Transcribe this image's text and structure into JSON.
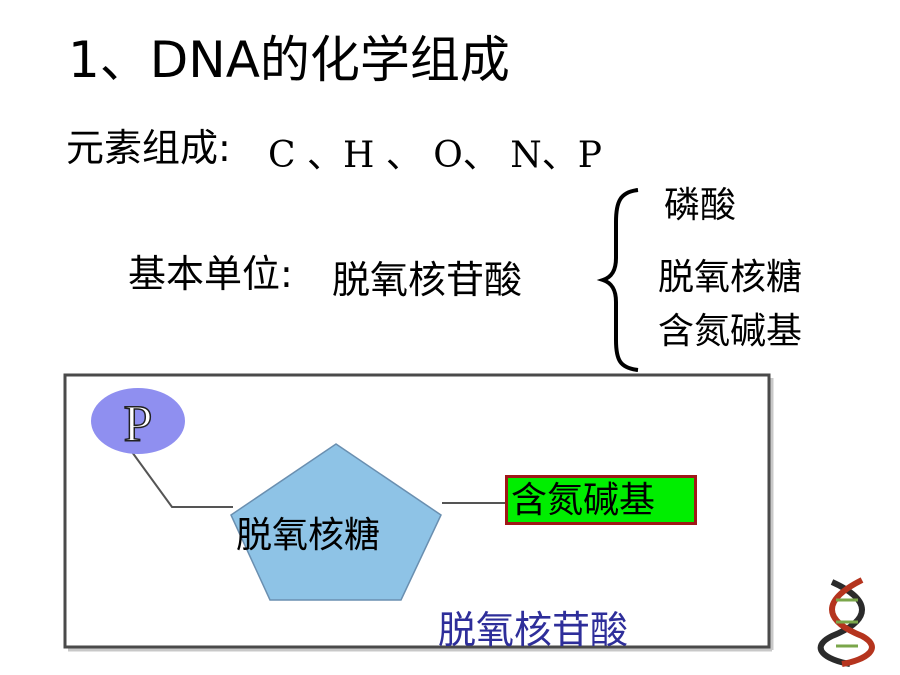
{
  "slide": {
    "title": "1、DNA的化学组成",
    "elements_label": "元素组成:",
    "elements_values": "C 、H 、 O、 N、P",
    "unit_label": "基本单位:",
    "unit_value": "脱氧核苷酸",
    "components": [
      "磷酸",
      "脱氧核糖",
      "含氮碱基"
    ]
  },
  "diagram": {
    "phosphate_symbol": "P",
    "sugar_label": "脱氧核糖",
    "base_label": "含氮碱基",
    "caption": "脱氧核苷酸"
  },
  "colors": {
    "phosphate_fill": "#8f8ff0",
    "sugar_fill": "#8ec3e6",
    "base_fill": "#00ee00",
    "base_border": "#a01818",
    "caption_text": "#2e2e9a"
  }
}
